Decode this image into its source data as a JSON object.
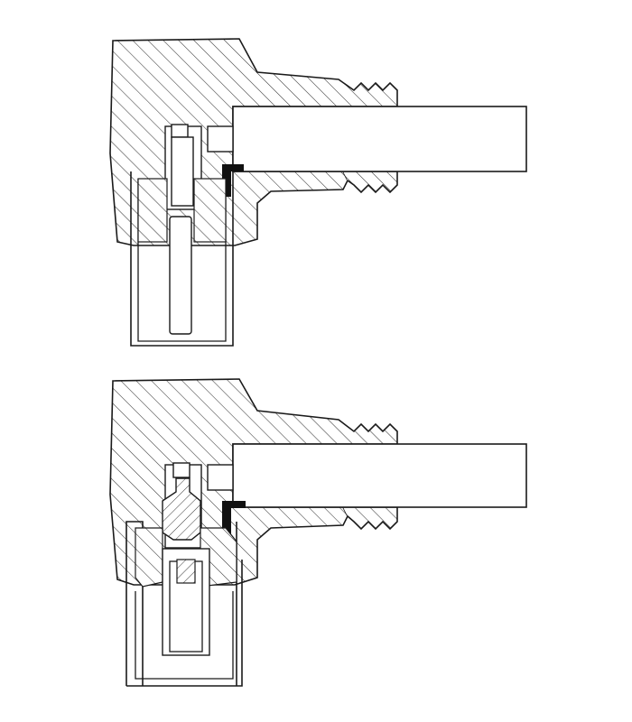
{
  "figure": {
    "background": "#ffffff",
    "line_color": "#1a1a1a",
    "hatch_color": "#3a3a3a",
    "fill_black": "#111111",
    "views": [
      {
        "name": "upper-connector-section",
        "state": "pin retracted"
      },
      {
        "name": "lower-connector-section",
        "state": "pin inserted"
      }
    ]
  }
}
